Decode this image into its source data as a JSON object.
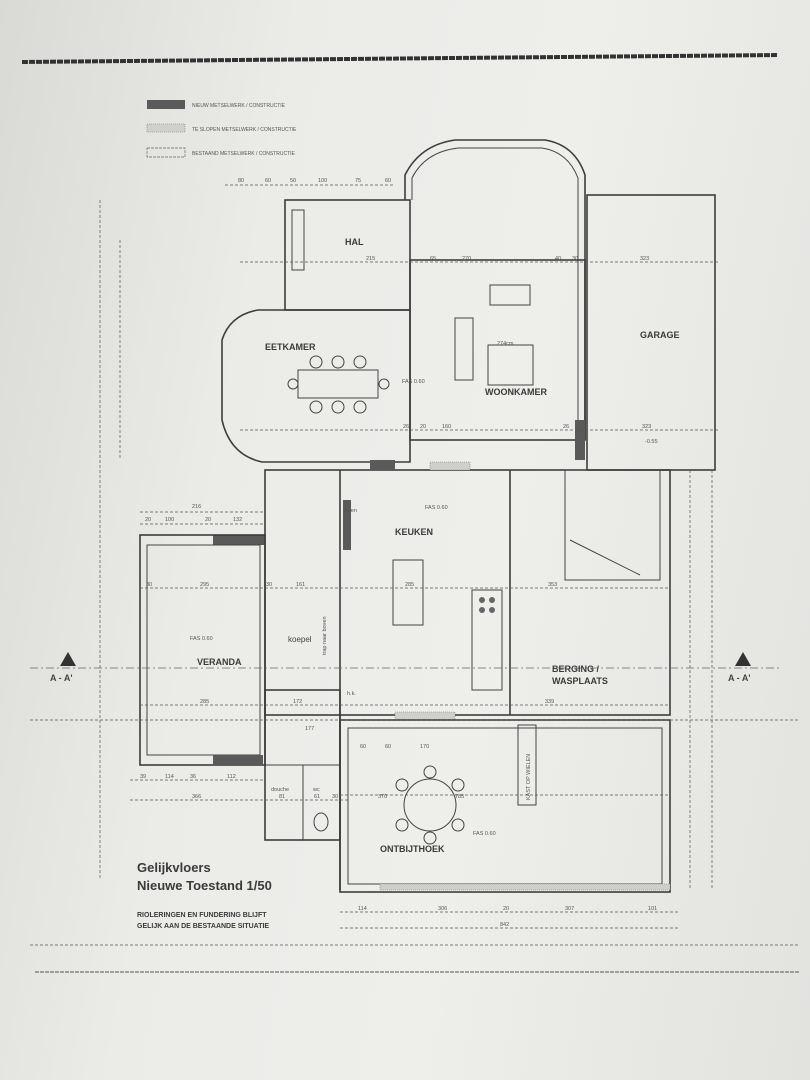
{
  "legend": [
    {
      "label": "NIEUW METSELWERK / CONSTRUCTIE",
      "swatch": "#5a5a5a"
    },
    {
      "label": "TE SLOPEN METSELWERK / CONSTRUCTIE",
      "swatch": "#cfcfcc"
    },
    {
      "label": "BESTAAND METSELWERK / CONSTRUCTIE",
      "swatch": "none"
    }
  ],
  "rooms": {
    "hal": "HAL",
    "eetkamer": "EETKAMER",
    "woonkamer": "WOONKAMER",
    "garage": "GARAGE",
    "keuken": "KEUKEN",
    "veranda": "VERANDA",
    "koepel": "koepel",
    "berging": "BERGING /",
    "berging2": "WASPLAATS",
    "ontbijthoek": "ONTBIJTHOEK",
    "douche": "douche",
    "wc": "wc",
    "oven": "oven",
    "hk": "h.k.",
    "kast": "KAST OP WIELEN",
    "trap": "trap naar boven"
  },
  "levels": [
    "FAS 0.60",
    "FAS 0.60",
    "FAS 0.60",
    "FAS 0.60",
    "-0.55"
  ],
  "section_markers": [
    "A - A'",
    "A - A'"
  ],
  "dimensions": [
    "80",
    "60",
    "50",
    "100",
    "75",
    "60",
    "215",
    "65",
    "270",
    "40",
    "30",
    "323",
    "274cm",
    "26",
    "26",
    "20",
    "160",
    "323",
    "216",
    "20",
    "100",
    "20",
    "132",
    "30",
    "295",
    "30",
    "161",
    "285",
    "172",
    "177",
    "39",
    "114",
    "36",
    "112",
    "366",
    "81",
    "61",
    "30",
    "60",
    "60",
    "170",
    "370",
    "785",
    "353",
    "339",
    "285",
    "114",
    "306",
    "20",
    "307",
    "101",
    "842"
  ],
  "title": {
    "line1": "Gelijkvloers",
    "line2": "Nieuwe Toestand 1/50"
  },
  "note": {
    "line1": "RIOLERINGEN EN FUNDERING BLIJFT",
    "line2": "GELIJK AAN DE BESTAANDE SITUATIE"
  }
}
